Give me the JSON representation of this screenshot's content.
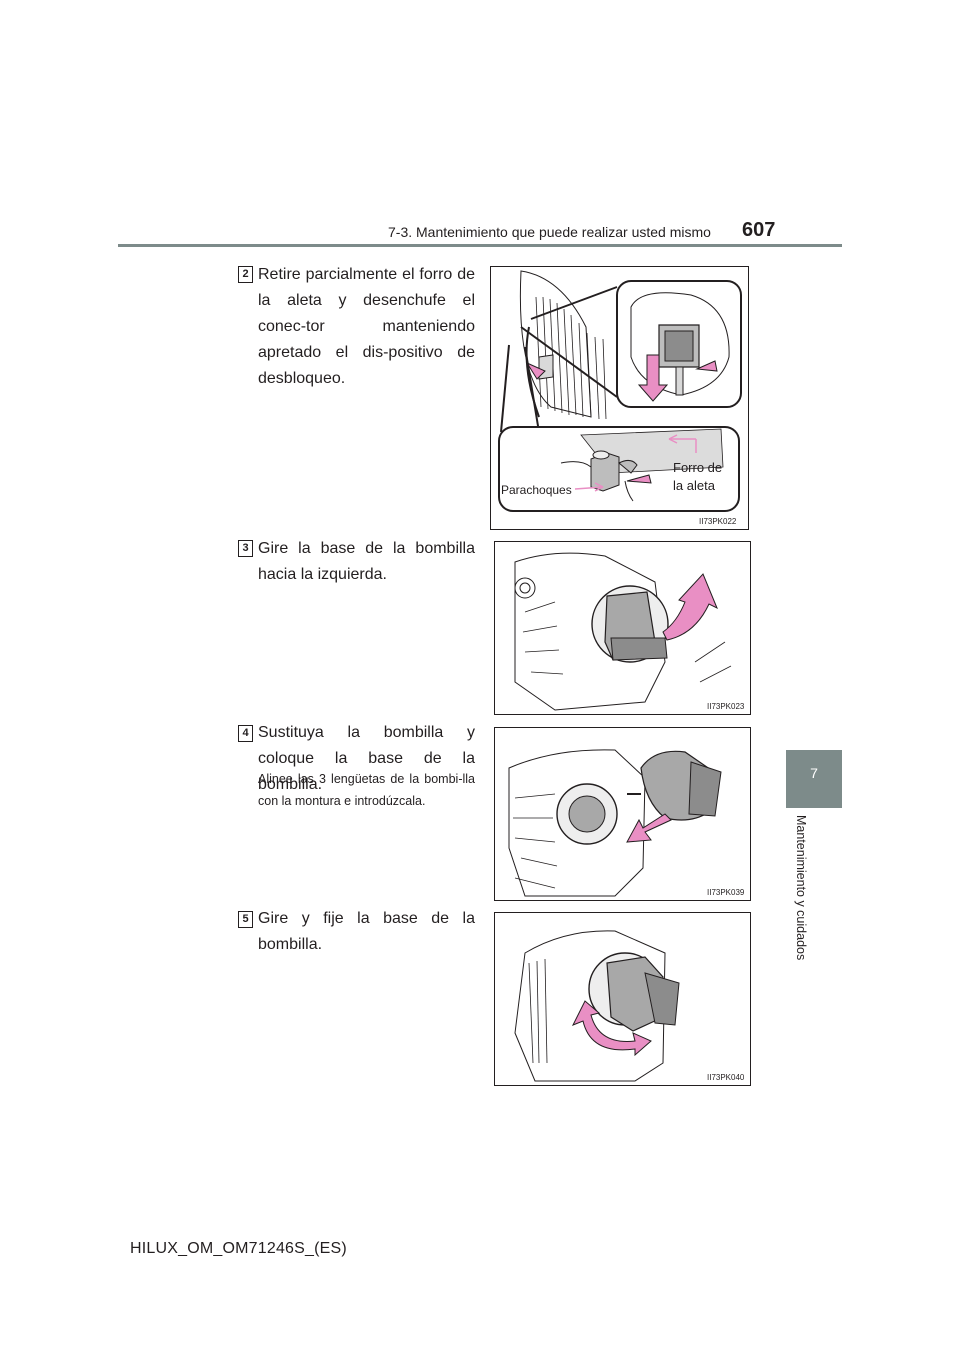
{
  "header": {
    "section_title": "7-3. Mantenimiento que puede realizar usted mismo",
    "page_number": "607"
  },
  "side_tab": {
    "chapter_number": "7",
    "chapter_title": "Mantenimiento y cuidados"
  },
  "steps": [
    {
      "number": "2",
      "text": "Retire parcialmente el forro de la aleta y desenchufe el conec-tor manteniendo apretado el dis-positivo de desbloqueo.",
      "figure": {
        "code": "II73PK022",
        "callouts": {
          "fender_liner": "Forro de la aleta",
          "bumper": "Parachoques"
        }
      }
    },
    {
      "number": "3",
      "text": "Gire la base de la bombilla hacia la izquierda.",
      "figure": {
        "code": "II73PK023"
      }
    },
    {
      "number": "4",
      "text": "Sustituya la bombilla y coloque la base de la bombilla.",
      "note": "Alinee las 3 lengüetas de la bombi-lla con la montura e introdúzcala.",
      "figure": {
        "code": "II73PK039"
      }
    },
    {
      "number": "5",
      "text": "Gire y fije la base de la bombilla.",
      "figure": {
        "code": "II73PK040"
      }
    }
  ],
  "footer": {
    "document_code": "HILUX_OM_OM71246S_(ES)"
  },
  "colors": {
    "accent_gray": "#7d8b8a",
    "arrow_pink": "#e98fc4",
    "text": "#231f20"
  }
}
